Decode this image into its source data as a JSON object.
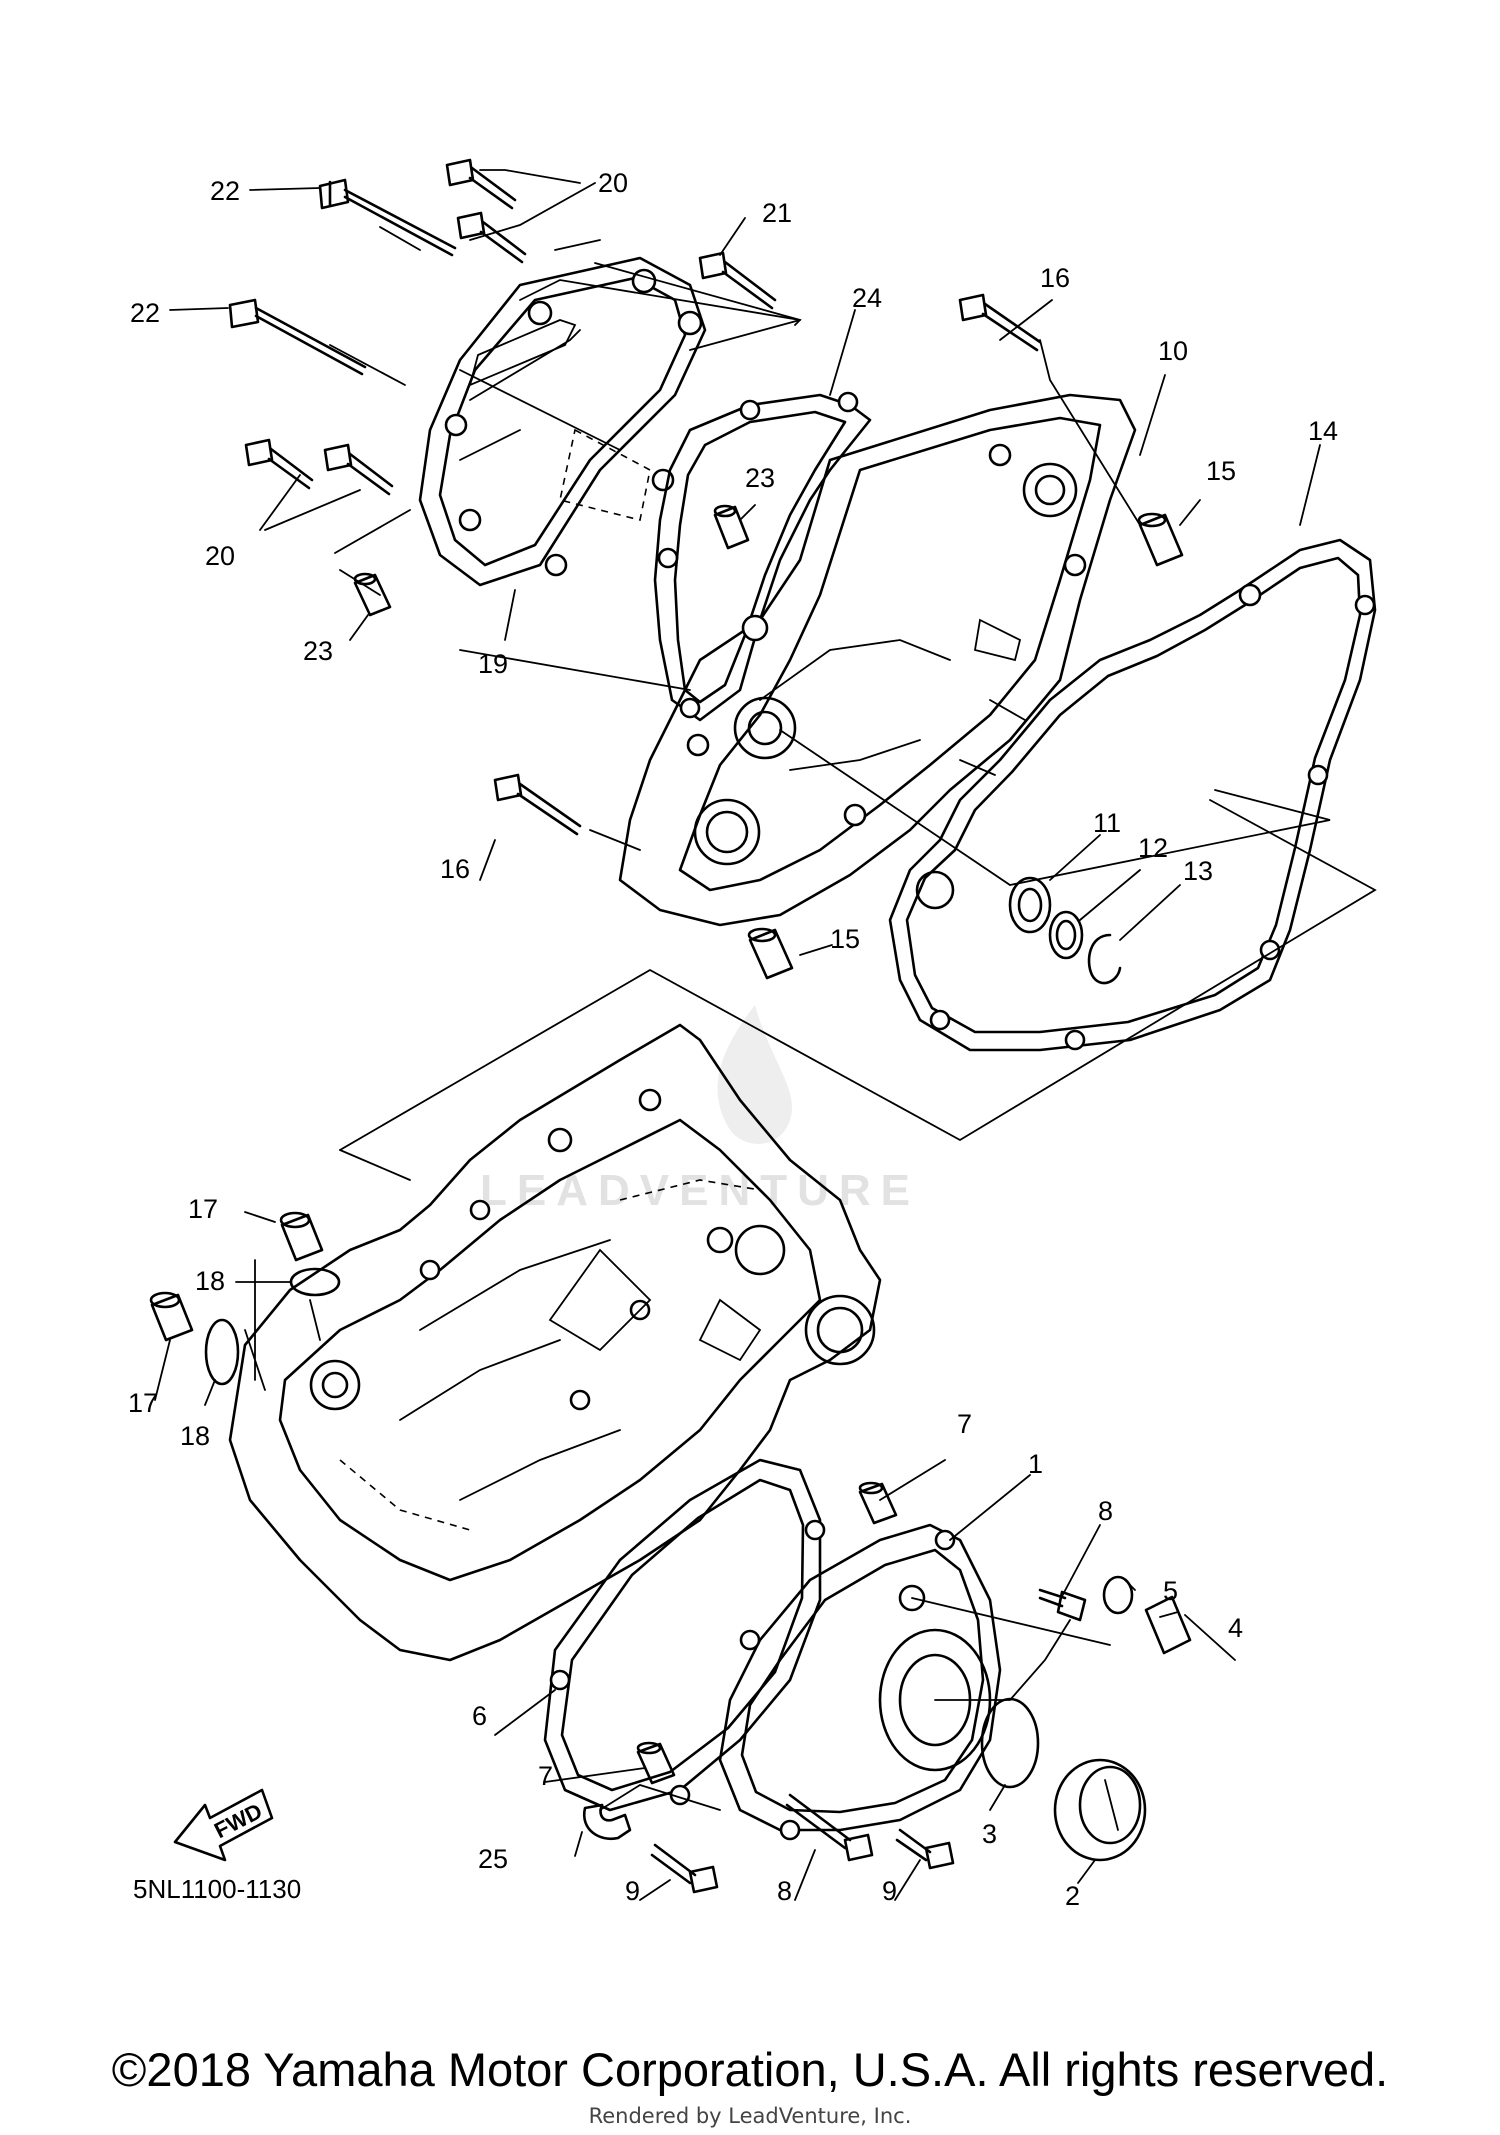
{
  "diagram": {
    "code": "5NL1100-1130",
    "fwd_label": "FWD",
    "watermark_text": "LEADVENTURE",
    "callouts": [
      "22",
      "20",
      "21",
      "24",
      "16",
      "10",
      "14",
      "15",
      "23",
      "19",
      "11",
      "12",
      "13",
      "7",
      "1",
      "8",
      "5",
      "4",
      "6",
      "3",
      "2",
      "25",
      "9",
      "17",
      "18"
    ]
  },
  "footer": {
    "copyright": "©2018 Yamaha Motor Corporation, U.S.A. All rights reserved.",
    "rendered_by": "Rendered by LeadVenture, Inc."
  }
}
